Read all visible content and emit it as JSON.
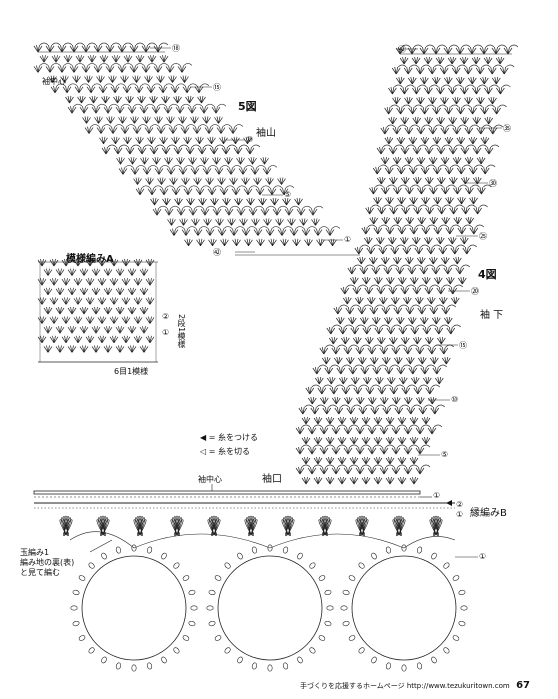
{
  "diagrams": {
    "fig5": {
      "label": "5図",
      "part": "袖山",
      "start_mark": "袖中心",
      "rows": [
        "⑱",
        "⑮",
        "⑩",
        "⑤",
        "①",
        "㊷"
      ]
    },
    "fig4": {
      "label": "4図",
      "part": "袖 下",
      "rows": [
        "㊷",
        "㉟",
        "㉚",
        "㉕",
        "⑳",
        "⑮",
        "⑩",
        "⑤"
      ]
    },
    "patternA": {
      "title": "模様編みA",
      "row_labels": [
        "②",
        "①"
      ],
      "row_note": "2段1模様",
      "repeat_note": "6目1模様"
    },
    "legend": {
      "attach": "◀ = 糸をつける",
      "cut": "◁ = 糸を切る"
    },
    "cuff": {
      "label": "袖口",
      "center": "袖中心",
      "row1": "①",
      "edging_label": "縁編みB",
      "edging_rows": [
        "②",
        "①"
      ],
      "edging_row_end": "①",
      "picot_note": "玉編み1\n編み地の裏(表)\nと見て編む"
    }
  },
  "footer": {
    "text": "手づくりを応援するホームページ http://www.tezukuritown.com",
    "page_number": "67"
  }
}
